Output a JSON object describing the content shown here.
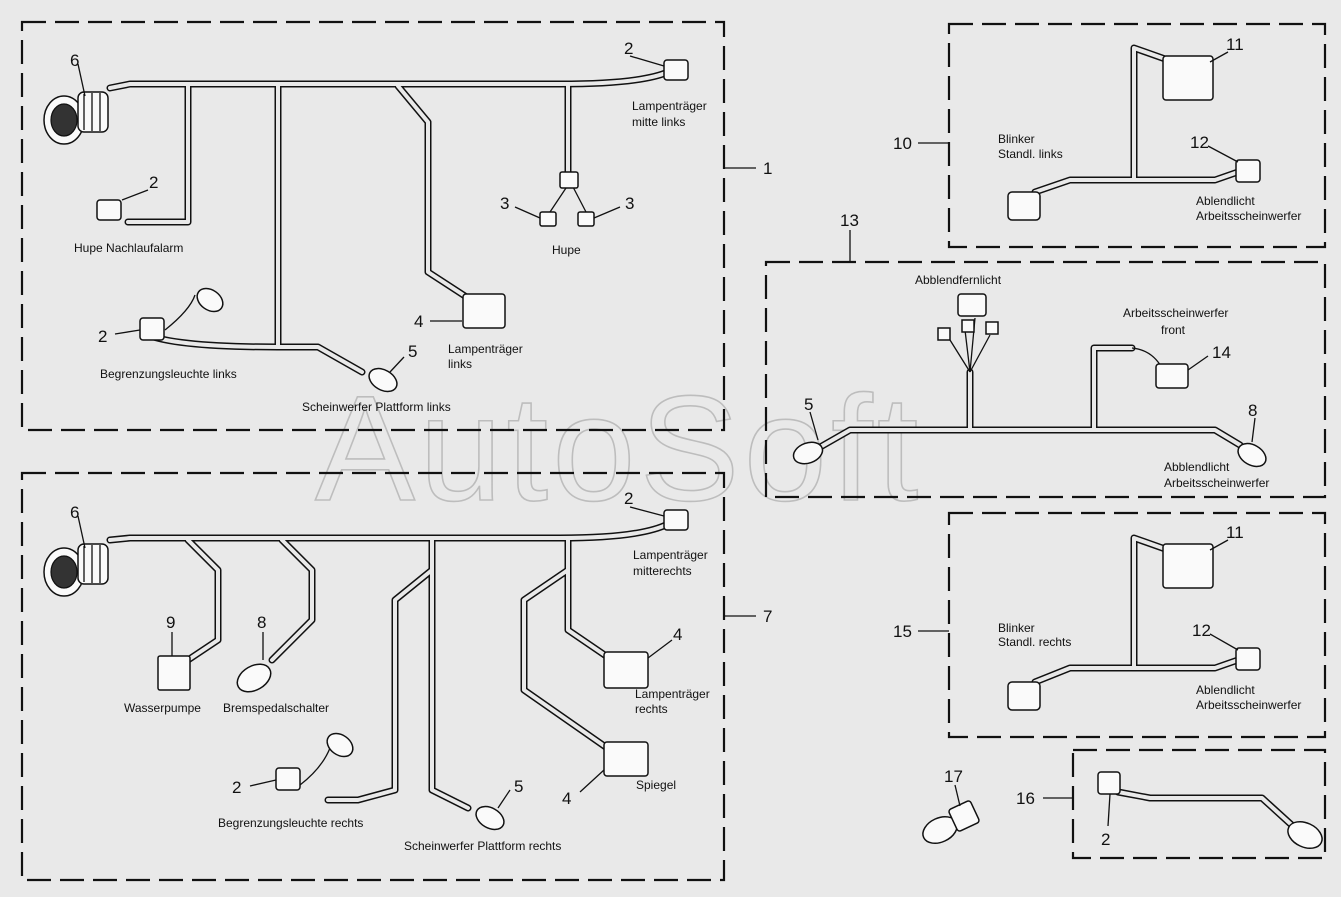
{
  "watermark": "AutoSoft",
  "callouts": {
    "n1": "1",
    "n7": "7",
    "n10": "10",
    "n13": "13",
    "n15": "15",
    "n16": "16",
    "n17": "17",
    "a6": "6",
    "a2a": "2",
    "a2b": "2",
    "a2c": "2",
    "a3a": "3",
    "a3b": "3",
    "a4": "4",
    "a5": "5",
    "b6": "6",
    "b2a": "2",
    "b2b": "2",
    "b9": "9",
    "b8": "8",
    "b4a": "4",
    "b4b": "4",
    "b5": "5",
    "c11": "11",
    "c12": "12",
    "d5": "5",
    "d14": "14",
    "d8": "8",
    "e11": "11",
    "e12": "12",
    "f2": "2"
  },
  "labels": {
    "a_lampentraeger_mitte_links_1": "Lampenträger",
    "a_lampentraeger_mitte_links_2": "mitte links",
    "a_hupe_nachlaufalarm": "Hupe Nachlaufalarm",
    "a_hupe": "Hupe",
    "a_lampentraeger_links_1": "Lampenträger",
    "a_lampentraeger_links_2": "links",
    "a_begrenzungsleuchte_links": "Begrenzungsleuchte links",
    "a_scheinwerfer_plattform_links": "Scheinwerfer Plattform links",
    "b_lampentraeger_mitterechts_1": "Lampenträger",
    "b_lampentraeger_mitterechts_2": "mitterechts",
    "b_wasserpumpe": "Wasserpumpe",
    "b_bremspedalschalter": "Bremspedalschalter",
    "b_lampentraeger_rechts_1": "Lampenträger",
    "b_lampentraeger_rechts_2": "rechts",
    "b_spiegel": "Spiegel",
    "b_begrenzungsleuchte_rechts": "Begrenzungsleuchte rechts",
    "b_scheinwerfer_plattform_rechts": "Scheinwerfer Plattform rechts",
    "c_blinker_1": "Blinker",
    "c_blinker_2": "Standl. links",
    "c_ablendlicht_1": "Ablendlicht",
    "c_ablendlicht_2": "Arbeitsscheinwerfer",
    "d_abblendfernlicht": "Abblendfernlicht",
    "d_arbeitsscheinwerfer_front_1": "Arbeitsscheinwerfer",
    "d_arbeitsscheinwerfer_front_2": "front",
    "d_abblendlicht_1": "Abblendlicht",
    "d_abblendlicht_2": "Arbeitsscheinwerfer",
    "e_blinker_1": "Blinker",
    "e_blinker_2": "Standl. rechts",
    "e_ablendlicht_1": "Ablendlicht",
    "e_ablendlicht_2": "Arbeitsscheinwerfer"
  }
}
